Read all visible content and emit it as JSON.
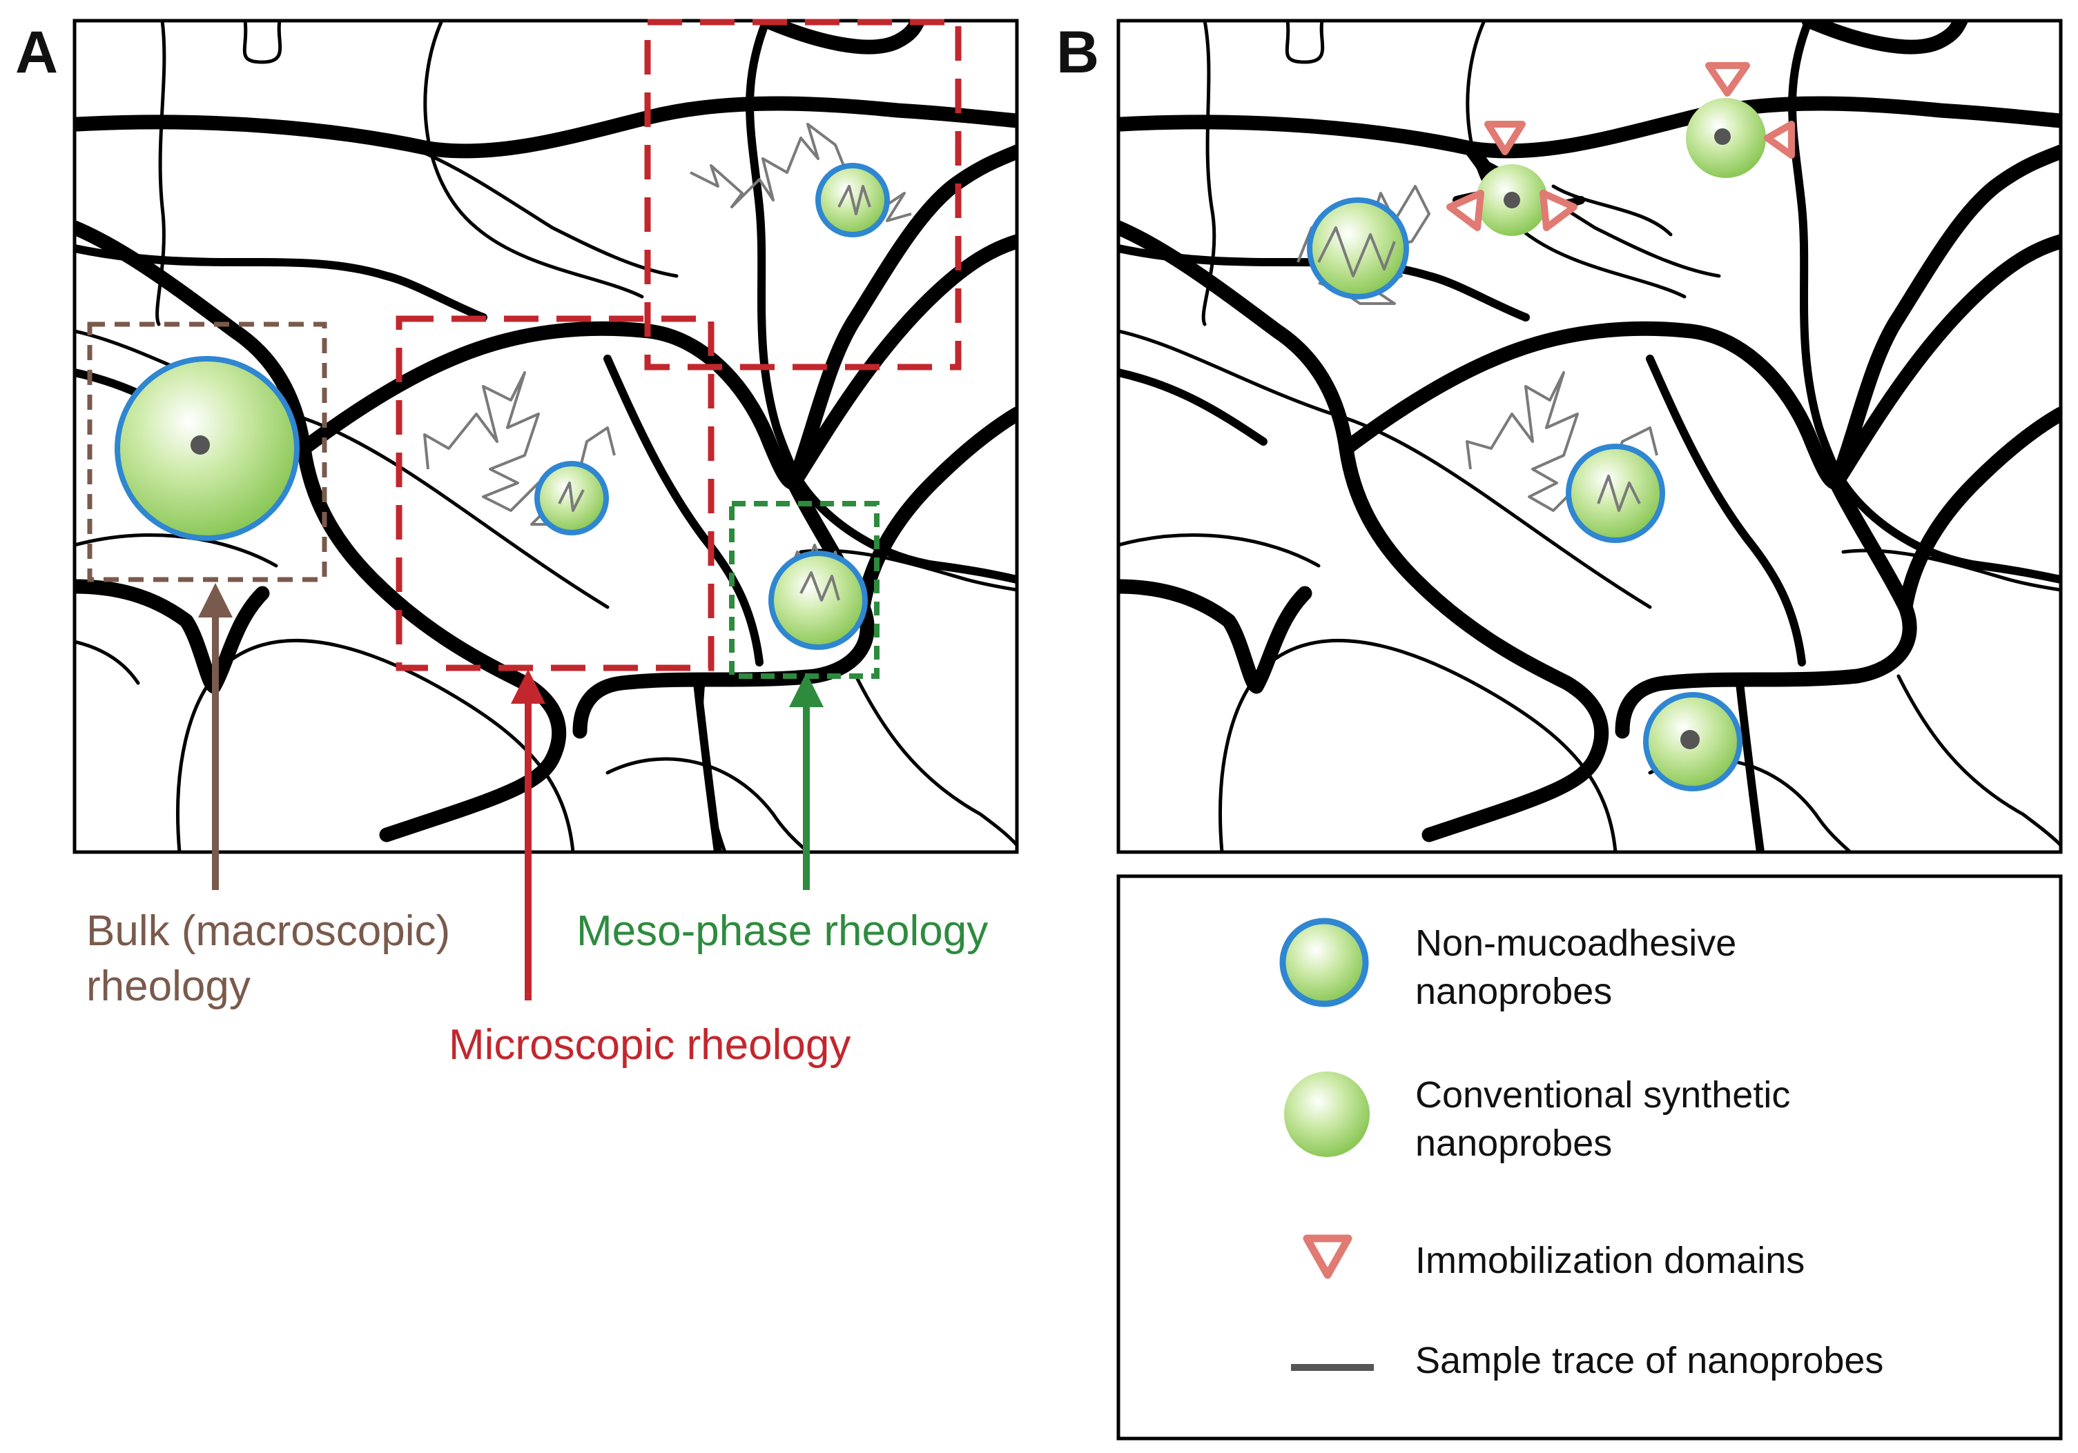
{
  "panels": {
    "a_letter": "A",
    "b_letter": "B"
  },
  "annotations": {
    "bulk_line1": "Bulk (macroscopic)",
    "bulk_line2": "rheology",
    "microscopic": "Microscopic rheology",
    "mesophase": "Meso-phase rheology"
  },
  "legend": {
    "items": [
      {
        "icon": "non-mucoadhesive-nanoprobe-icon",
        "line1": "Non-mucoadhesive",
        "line2": "nanoprobes"
      },
      {
        "icon": "conventional-nanoprobe-icon",
        "line1": "Conventional synthetic",
        "line2": "nanoprobes"
      },
      {
        "icon": "immobilization-triangle-icon",
        "line1": "Immobilization domains",
        "line2": ""
      },
      {
        "icon": "trace-line-icon",
        "line1": "Sample trace of nanoprobes",
        "line2": ""
      }
    ]
  },
  "colors": {
    "bulk": "#7a5a4c",
    "microscopic": "#c2272d",
    "mesophase": "#2e8b3e",
    "probe_ring": "#2f86d1",
    "probe_fill": "#9fd46a",
    "immobilization": "#e07a72",
    "trace": "#7a7a7a"
  }
}
